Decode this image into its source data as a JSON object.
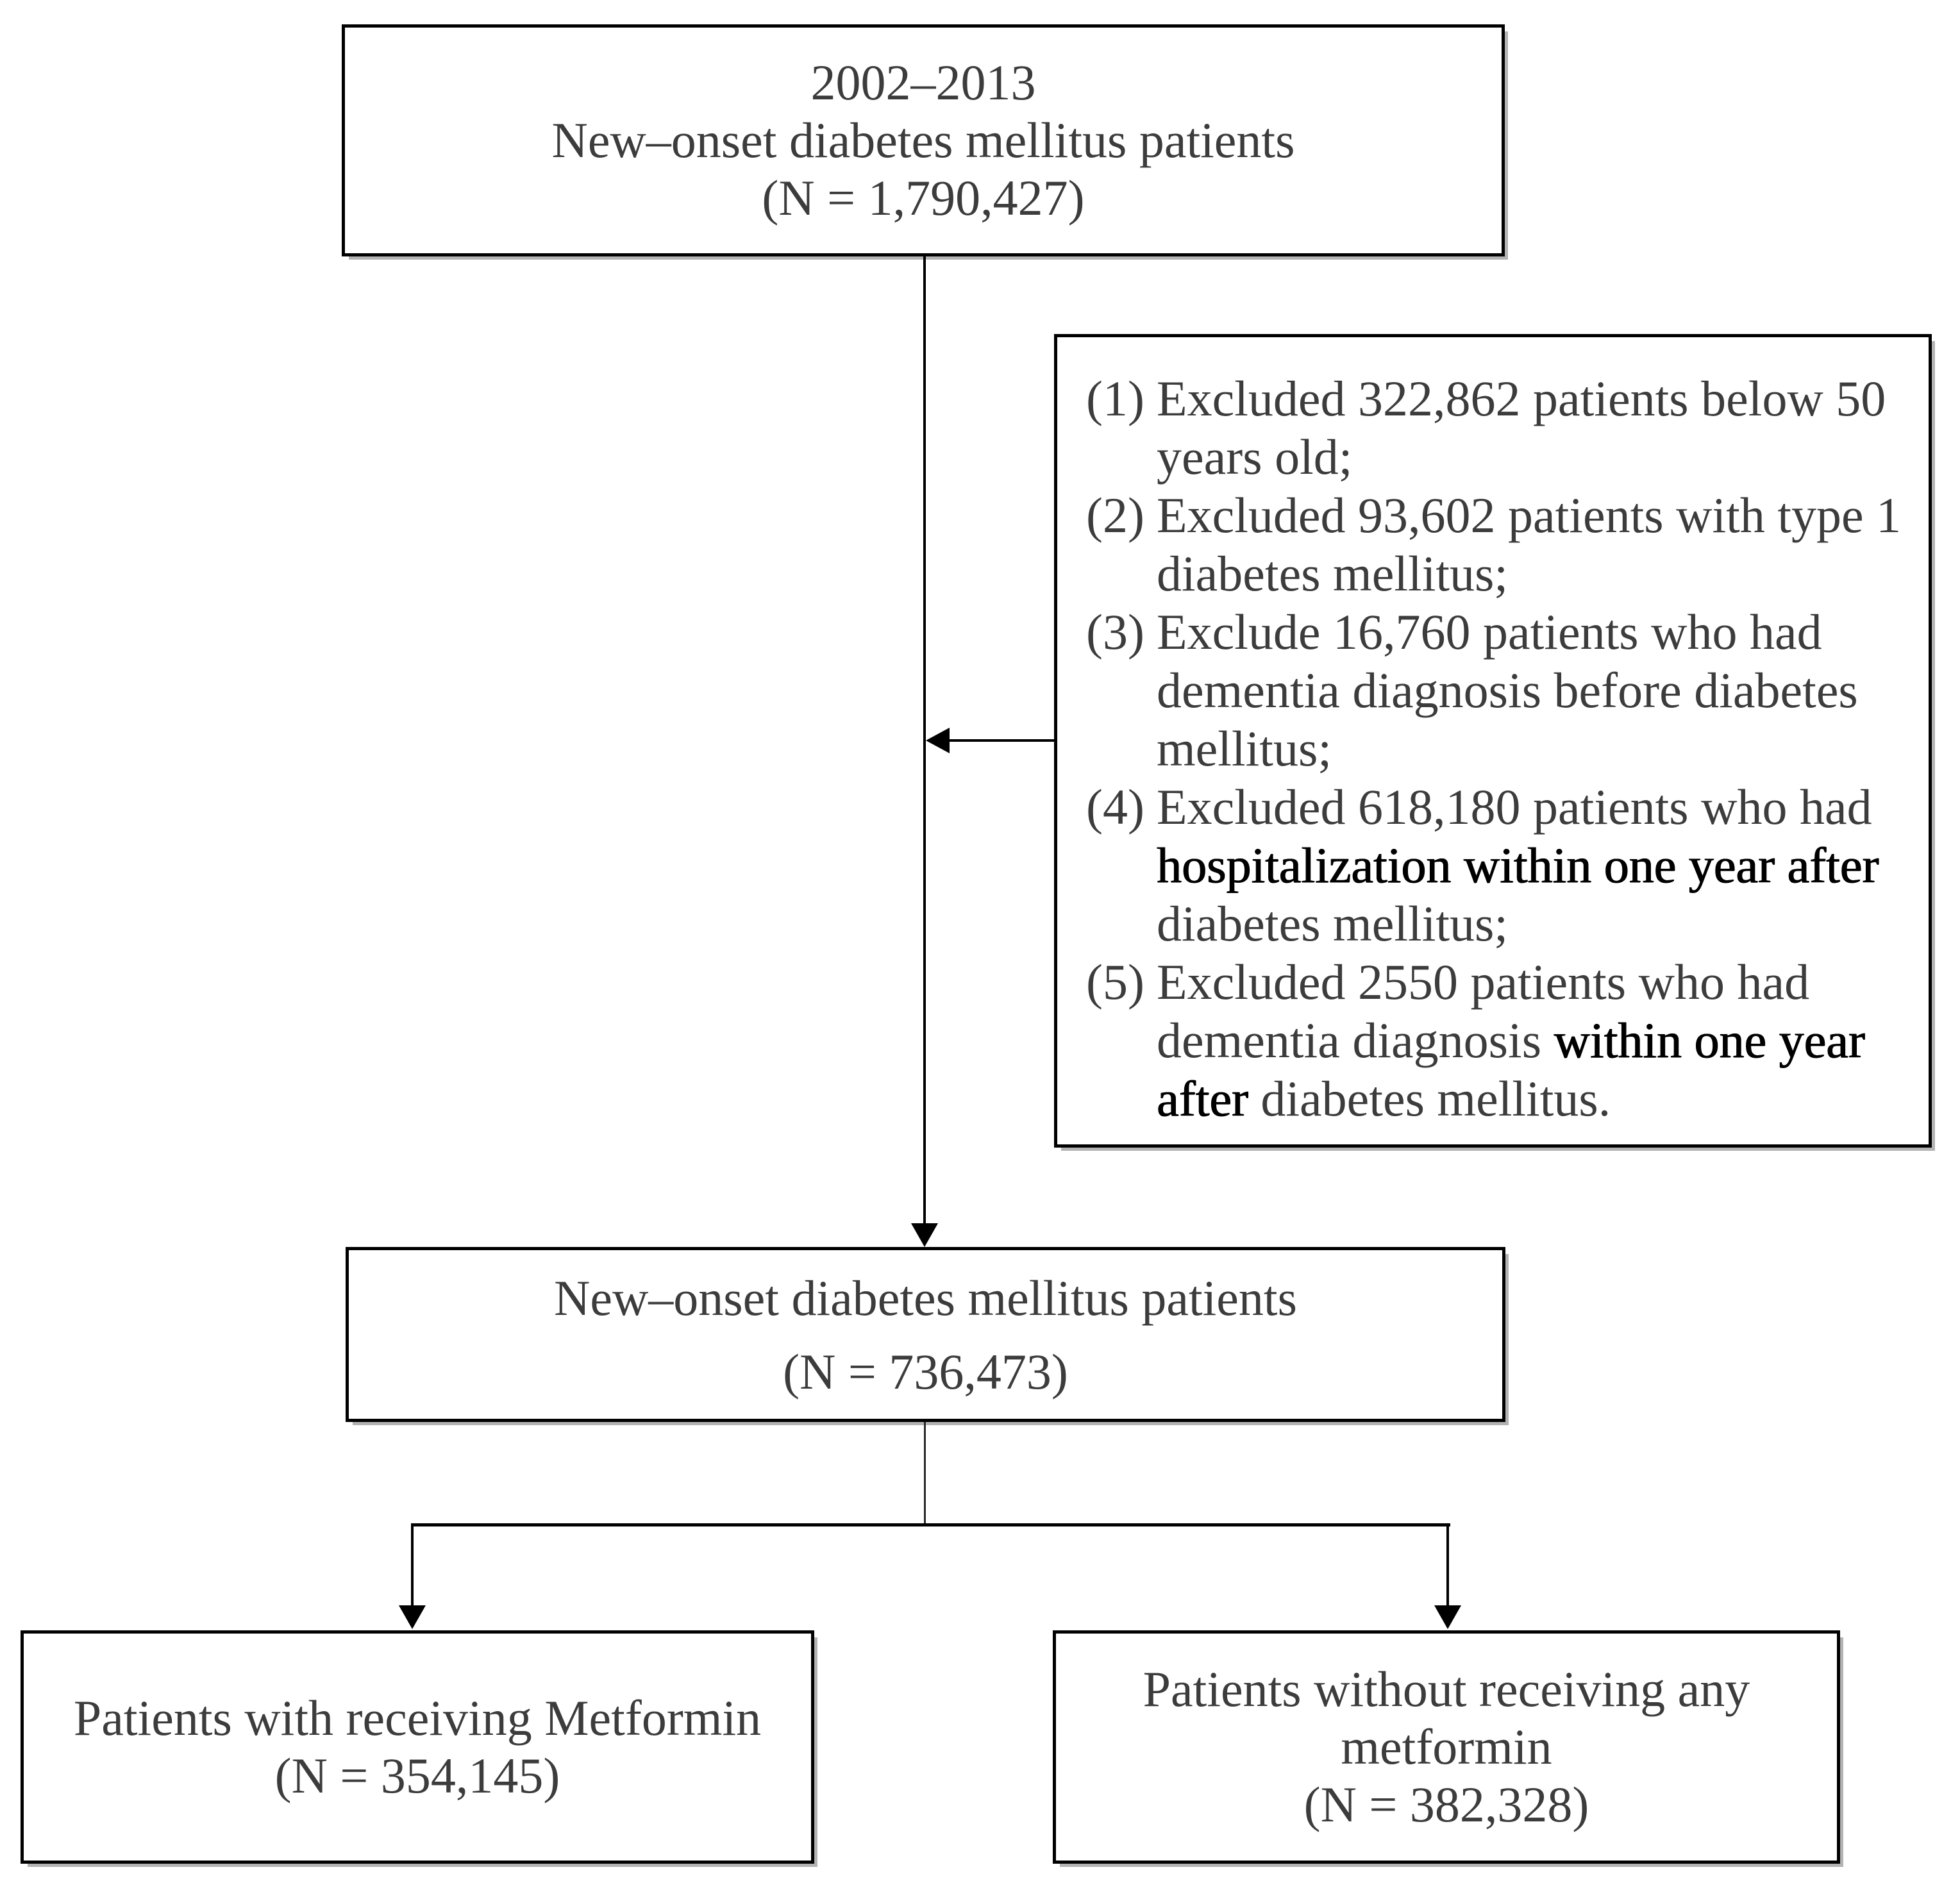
{
  "boxes": {
    "top": {
      "line1": "2002–2013",
      "line2": "New–onset diabetes mellitus patients",
      "line3": "(N = 1,790,427)"
    },
    "middle": {
      "line1": "New–onset diabetes mellitus patients",
      "line2": "(N = 736,473)"
    },
    "bottom_left": {
      "line1": "Patients with receiving Metformin",
      "line2": "(N = 354,145)"
    },
    "bottom_right": {
      "line1": "Patients without receiving any",
      "line2": "metformin",
      "line3": "(N = 382,328)"
    }
  },
  "exclusions": {
    "items": [
      {
        "num": "(1)",
        "pre": "Excluded 322,862 patients below 50 years old;",
        "dark": "",
        "post": ""
      },
      {
        "num": "(2)",
        "pre": "Excluded 93,602 patients with type 1 diabetes mellitus;",
        "dark": "",
        "post": ""
      },
      {
        "num": "(3)",
        "pre": "Exclude 16,760 patients who had dementia diagnosis before diabetes mellitus;",
        "dark": "",
        "post": ""
      },
      {
        "num": "(4)",
        "pre": "Excluded 618,180 patients who had ",
        "dark": "hospitalization within one year after",
        "post": " diabetes mellitus;"
      },
      {
        "num": "(5)",
        "pre": "Excluded 2550 patients who had dementia diagnosis ",
        "dark": "within one year after",
        "post": " diabetes mellitus."
      }
    ]
  }
}
